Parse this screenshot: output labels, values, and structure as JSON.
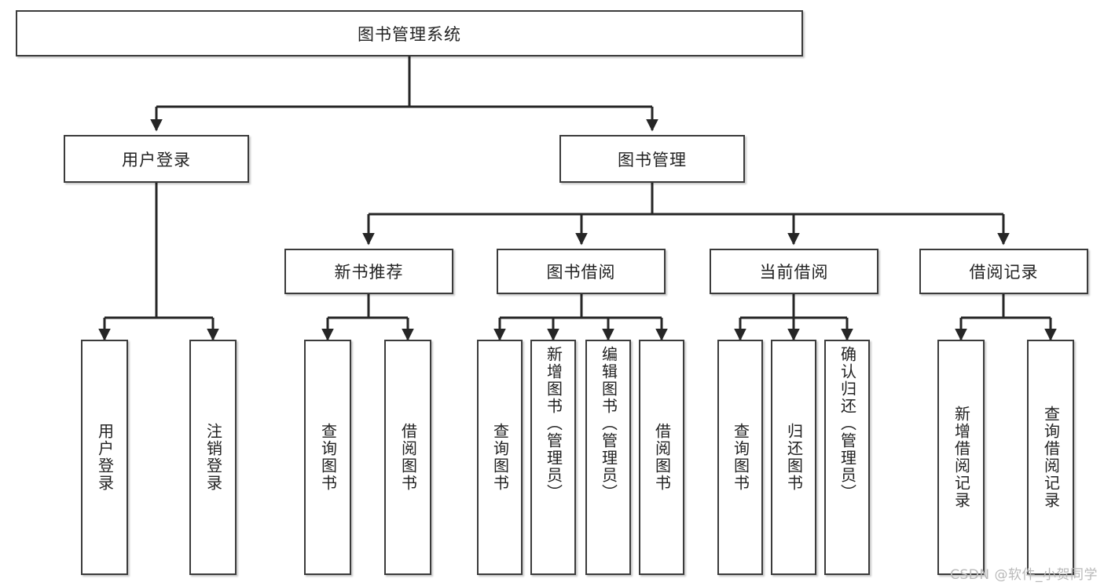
{
  "diagram": {
    "type": "tree-hierarchy",
    "title": "图书管理系统",
    "root": {
      "id": "root",
      "label": "图书管理系统"
    },
    "level2": [
      {
        "id": "user-login",
        "label": "用户登录"
      },
      {
        "id": "book-manage",
        "label": "图书管理"
      }
    ],
    "level3": [
      {
        "id": "new-book-recommend",
        "label": "新书推荐",
        "parent": "book-manage"
      },
      {
        "id": "book-borrow",
        "label": "图书借阅",
        "parent": "book-manage"
      },
      {
        "id": "current-borrow",
        "label": "当前借阅",
        "parent": "book-manage"
      },
      {
        "id": "borrow-record",
        "label": "借阅记录",
        "parent": "book-manage"
      }
    ],
    "leaves": {
      "user_login": [
        {
          "id": "leaf-user-login",
          "label": "用户登录"
        },
        {
          "id": "leaf-user-logout",
          "label": "注销登录"
        }
      ],
      "new_book_recommend": [
        {
          "id": "leaf-query-book-1",
          "label": "查询图书"
        },
        {
          "id": "leaf-borrow-book-1",
          "label": "借阅图书"
        }
      ],
      "book_borrow": [
        {
          "id": "leaf-query-book-2",
          "label": "查询图书"
        },
        {
          "id": "leaf-add-book",
          "label": "新增图书（管理员）"
        },
        {
          "id": "leaf-edit-book",
          "label": "编辑图书（管理员）"
        },
        {
          "id": "leaf-borrow-book-2",
          "label": "借阅图书"
        }
      ],
      "current_borrow": [
        {
          "id": "leaf-query-book-3",
          "label": "查询图书"
        },
        {
          "id": "leaf-return-book",
          "label": "归还图书"
        },
        {
          "id": "leaf-confirm-return",
          "label": "确认归还（管理员）"
        }
      ],
      "borrow_record": [
        {
          "id": "leaf-add-record",
          "label": "新增借阅记录"
        },
        {
          "id": "leaf-query-record",
          "label": "查询借阅记录"
        }
      ]
    },
    "colors": {
      "box_border": "#3b3b3b",
      "box_fill": "#ffffff",
      "connector": "#262626",
      "text": "#222222",
      "watermark": "#b9b9b9",
      "background": "#ffffff"
    }
  },
  "watermark": {
    "text": "CSDN @软件_小贺同学"
  }
}
